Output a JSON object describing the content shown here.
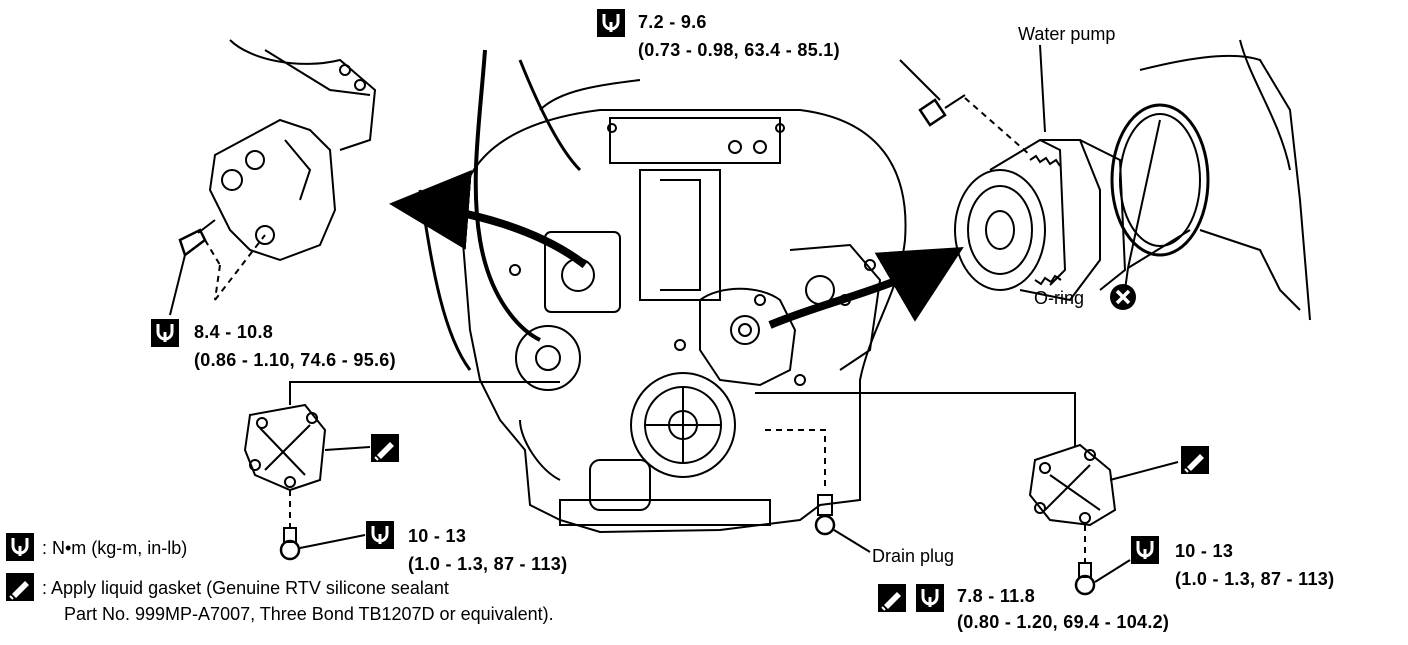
{
  "labels": {
    "water_pump": "Water pump",
    "o_ring": "O-ring",
    "drain_plug": "Drain plug"
  },
  "torque_specs": {
    "top": {
      "nm": "7.2 - 9.6",
      "detail": "(0.73 - 0.98, 63.4 - 85.1)"
    },
    "left": {
      "nm": "8.4 - 10.8",
      "detail": "(0.86 - 1.10, 74.6 - 95.6)"
    },
    "center_bottom": {
      "nm": "10 - 13",
      "detail": "(1.0 - 1.3, 87 - 113)"
    },
    "right_bottom": {
      "nm": "10 - 13",
      "detail": "(1.0 - 1.3, 87 - 113)"
    },
    "drain": {
      "nm": "7.8 - 11.8",
      "detail": "(0.80 - 1.20, 69.4 - 104.2)"
    }
  },
  "legend": {
    "torque_unit": ": N•m (kg-m, in-lb)",
    "gasket_line1": ": Apply liquid gasket (Genuine RTV silicone sealant",
    "gasket_line2": "Part No. 999MP-A7007, Three Bond TB1207D or equivalent)."
  },
  "icons": [
    "torque-wrench-icon",
    "liquid-gasket-icon",
    "do-not-reuse-icon"
  ]
}
